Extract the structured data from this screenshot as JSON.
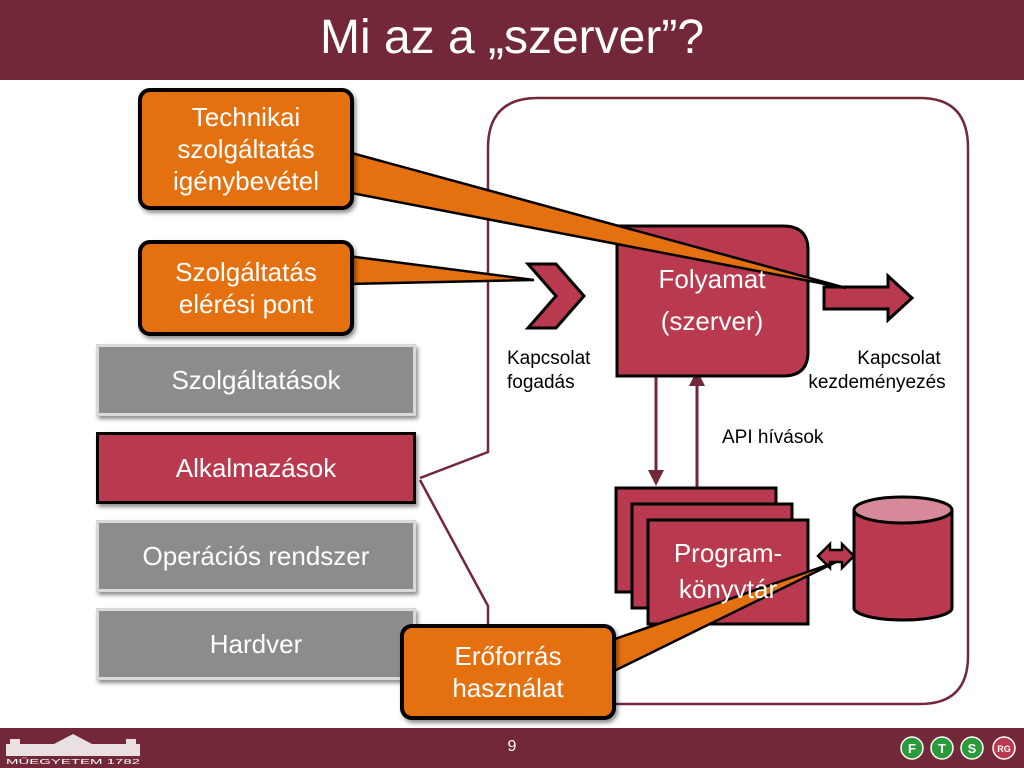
{
  "slide": {
    "title": "Mi az a „szerver”?",
    "page_number": "9"
  },
  "stack": {
    "services": "Szolgáltatások",
    "applications": "Alkalmazások",
    "os": "Operációs rendszer",
    "hardware": "Hardver"
  },
  "callouts": {
    "technical_service_use": [
      "Technikai",
      "szolgáltatás",
      "igénybevétel"
    ],
    "service_access_point": [
      "Szolgáltatás",
      "elérési pont"
    ],
    "resource_use": [
      "Erőforrás",
      "használat"
    ]
  },
  "process": [
    "Folyamat",
    "(szerver)"
  ],
  "library": [
    "Program-",
    "könyvtár"
  ],
  "labels": {
    "accept_connection": [
      "Kapcsolat",
      "fogadás"
    ],
    "initiate_connection": [
      "Kapcsolat",
      "kezdeményezés"
    ],
    "api_calls": "API hívások"
  },
  "footer": {
    "university": "MŰEGYETEM 1782",
    "logos": [
      "F",
      "T",
      "S",
      "RG"
    ]
  },
  "colors": {
    "maroon": "#73283a",
    "crimson": "#b9394f",
    "orange": "#e5700f",
    "gray": "#8c8c8e"
  }
}
